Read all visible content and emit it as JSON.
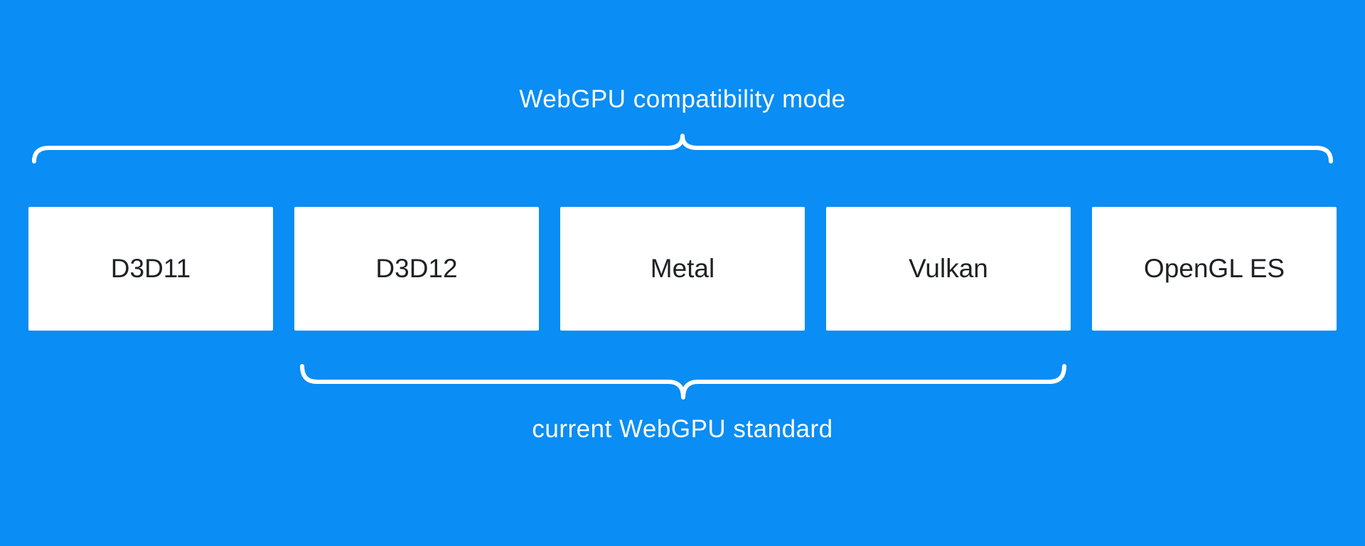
{
  "diagram": {
    "top_label": "WebGPU compatibility mode",
    "bottom_label": "current WebGPU standard",
    "boxes": [
      "D3D11",
      "D3D12",
      "Metal",
      "Vulkan",
      "OpenGL ES"
    ],
    "colors": {
      "background": "#0a8df4",
      "box_fill": "#ffffff",
      "box_text": "#1f2125",
      "label_text": "#ffffff",
      "brace": "#ffffff"
    }
  }
}
